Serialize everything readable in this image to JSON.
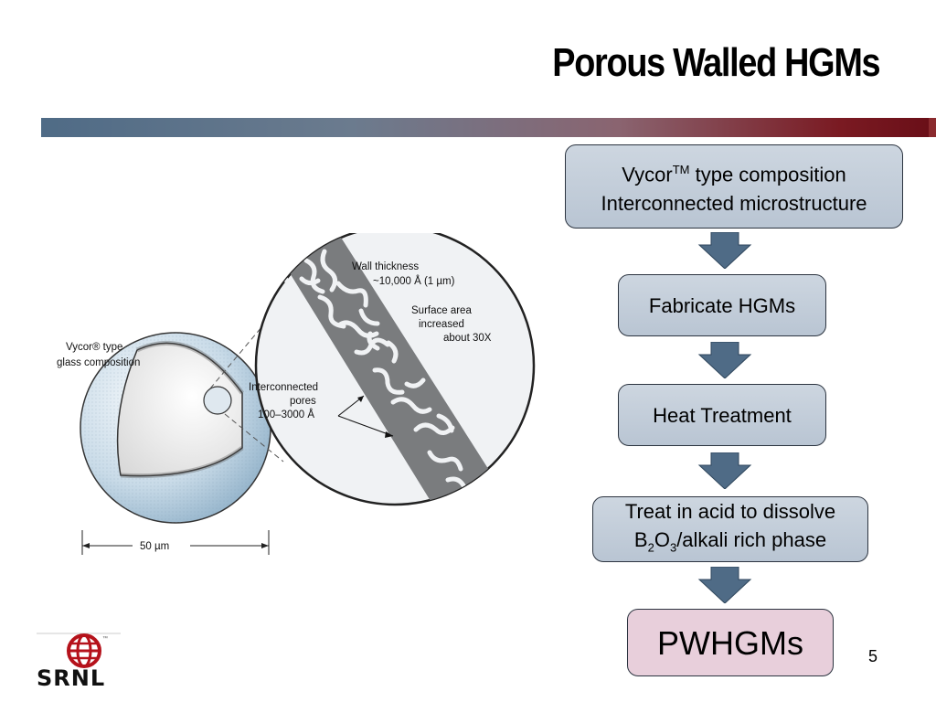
{
  "slide": {
    "title": "Porous Walled HGMs",
    "page_number": "5"
  },
  "figure": {
    "label_vycor_line1": "Vycor® type",
    "label_vycor_line2": "glass composition",
    "label_wall_line1": "Wall thickness",
    "label_wall_line2": "~10,000 Å (1 µm)",
    "label_surface_line1": "Surface area",
    "label_surface_line2": "increased",
    "label_surface_line3": "about 30X",
    "label_pores_line1": "Interconnected",
    "label_pores_line2": "pores",
    "label_pores_line3": "100–3000 Å",
    "label_scale": "50 µm"
  },
  "flow": {
    "step1_line1_a": "Vycor",
    "step1_line1_sup": "TM",
    "step1_line1_b": " type composition",
    "step1_line2": "Interconnected microstructure",
    "step2": "Fabricate HGMs",
    "step3": "Heat Treatment",
    "step4_line1": "Treat in acid to dissolve",
    "step4_line2_a": "B",
    "step4_line2_sub1": "2",
    "step4_line2_b": "O",
    "step4_line2_sub2": "3",
    "step4_line2_c": "/alkali rich phase",
    "step5": "PWHGMs"
  },
  "logo": {
    "text": "SRNL",
    "tm": "™"
  },
  "colors": {
    "flow_box_fill": "#c4ceda",
    "final_box_fill": "#e8cfdb",
    "arrow_fill": "#4f6b86",
    "title_bar_start": "#4f6b86",
    "title_bar_end": "#6a0f18",
    "logo_red": "#b5121b"
  }
}
